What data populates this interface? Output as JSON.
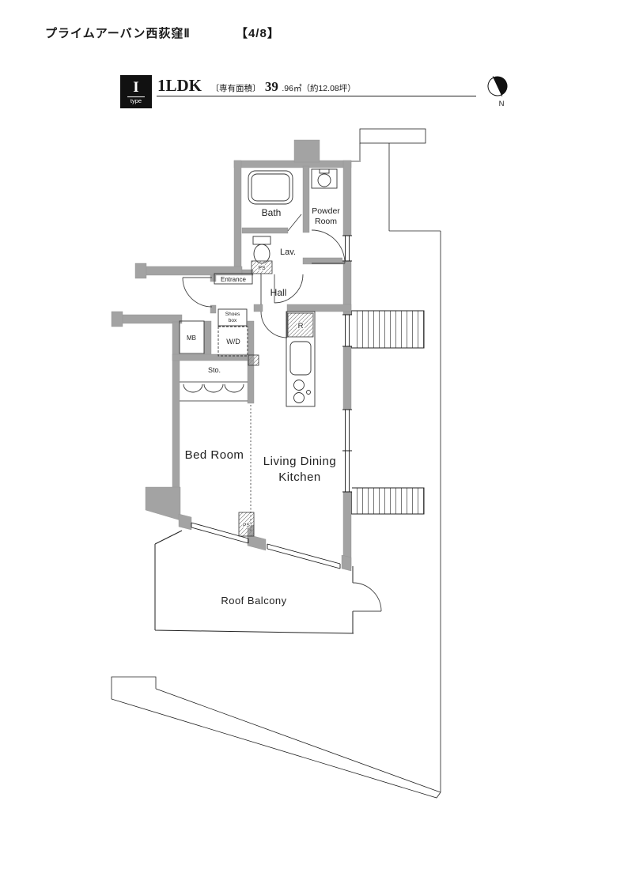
{
  "header": {
    "building_name": "プライムアーバン西荻窪Ⅱ",
    "page_indicator": "【4/8】"
  },
  "type_info": {
    "type_letter": "I",
    "type_word": "type",
    "layout": "1LDK",
    "area_prefix": "〔専有面積〕",
    "area_main": "39",
    "area_suffix": ".96㎡（約12.08坪）"
  },
  "compass": {
    "north_label": "N"
  },
  "rooms": {
    "bath": "Bath",
    "powder_line1": "Powder",
    "powder_line2": "Room",
    "lavatory": "Lav.",
    "ps_upper": "PS",
    "hall": "Hall",
    "entrance": "Entrance",
    "shoes_line1": "Shoes",
    "shoes_line2": "box",
    "washer_dryer": "W/D",
    "meter_box": "MB",
    "storage": "Sto.",
    "bedroom": "Bed Room",
    "ldk_line1": "Living Dining",
    "ldk_line2": "Kitchen",
    "refrigerator": "R",
    "ps_lower": "PS",
    "roof_balcony": "Roof Balcony"
  },
  "colors": {
    "wall": "#a3a3a3",
    "line": "#222222"
  }
}
